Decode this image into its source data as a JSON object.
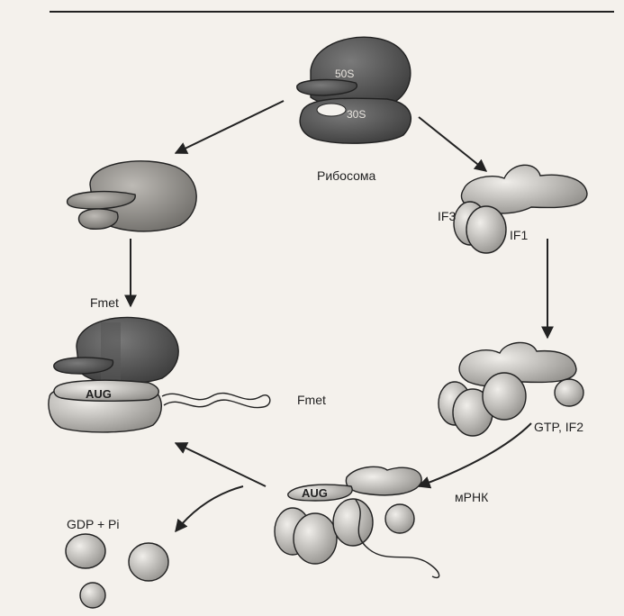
{
  "labels": {
    "s50": "50S",
    "s30": "30S",
    "ribosome": "Рибосома",
    "if3": "IF3",
    "if1": "IF1",
    "gtp_if2": "GTP, IF2",
    "mrna": "мРНК",
    "fmet_top": "Fmet",
    "fmet_right": "Fmet",
    "aug_left": "AUG",
    "aug_bottom": "AUG",
    "gdp_pi": "GDP + Pi"
  },
  "colors": {
    "dark": "#4a4a4a",
    "light": "#c9c6c1",
    "ink": "#222222",
    "paper": "#f4f1ec"
  }
}
